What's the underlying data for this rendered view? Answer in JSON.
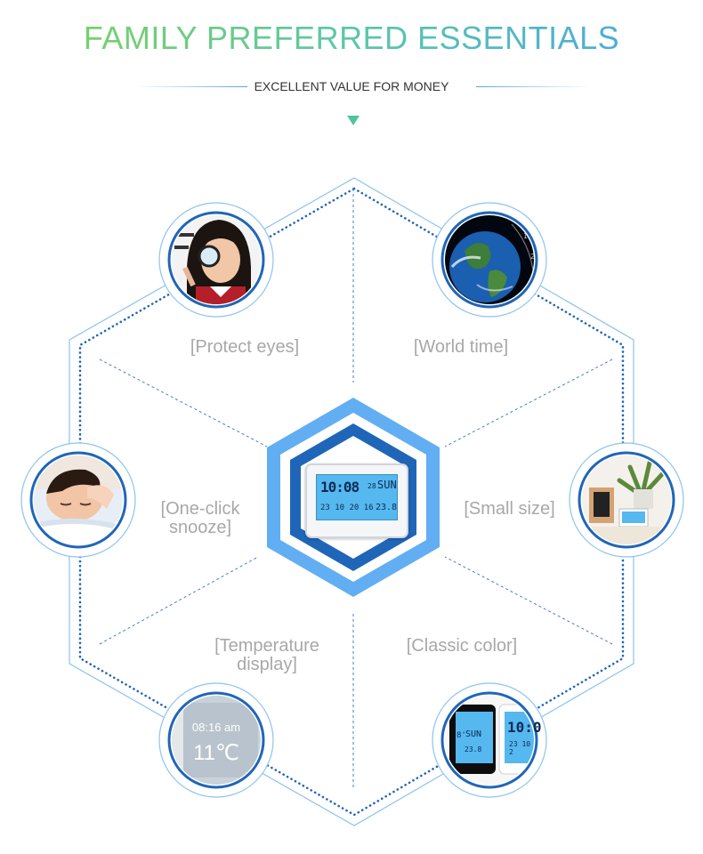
{
  "header": {
    "title": "FAMILY PREFERRED ESSENTIALS",
    "subtitle": "EXCELLENT VALUE FOR MONEY"
  },
  "features": [
    {
      "id": "protect-eyes",
      "label": "[Protect eyes]",
      "icon": "girl-magnifier-photo"
    },
    {
      "id": "world-time",
      "label": "[World time]",
      "icon": "earth-photo"
    },
    {
      "id": "one-click-snooze",
      "label_line1": "[One-click",
      "label_line2": "snooze]",
      "icon": "sleeping-child-photo"
    },
    {
      "id": "small-size",
      "label": "[Small size]",
      "icon": "desk-clock-photo"
    },
    {
      "id": "temperature-display",
      "label_line1": "[Temperature",
      "label_line2": "display]",
      "icon": "temperature-screen-photo"
    },
    {
      "id": "classic-color",
      "label": "[Classic color]",
      "icon": "two-color-clocks-photo"
    }
  ],
  "center_clock": {
    "time": "10:08",
    "seconds": "28",
    "day": "SUN",
    "date": "23 10 20 16",
    "temperature": "23.8"
  },
  "temperature_photo": {
    "time": "08:16 am",
    "temperature": "11℃"
  },
  "classic_photo": {
    "black_day": "SUN",
    "black_left": "8'",
    "black_temp": "23.8",
    "white_time": "10:0",
    "white_date": "23 10 2"
  },
  "colors": {
    "accent_blue": "#1f66b8",
    "light_blue": "#5aa0e6",
    "hex_outer": "#62aef3",
    "title_green": "#7fd35a",
    "arrow_green": "#4fc59a"
  }
}
